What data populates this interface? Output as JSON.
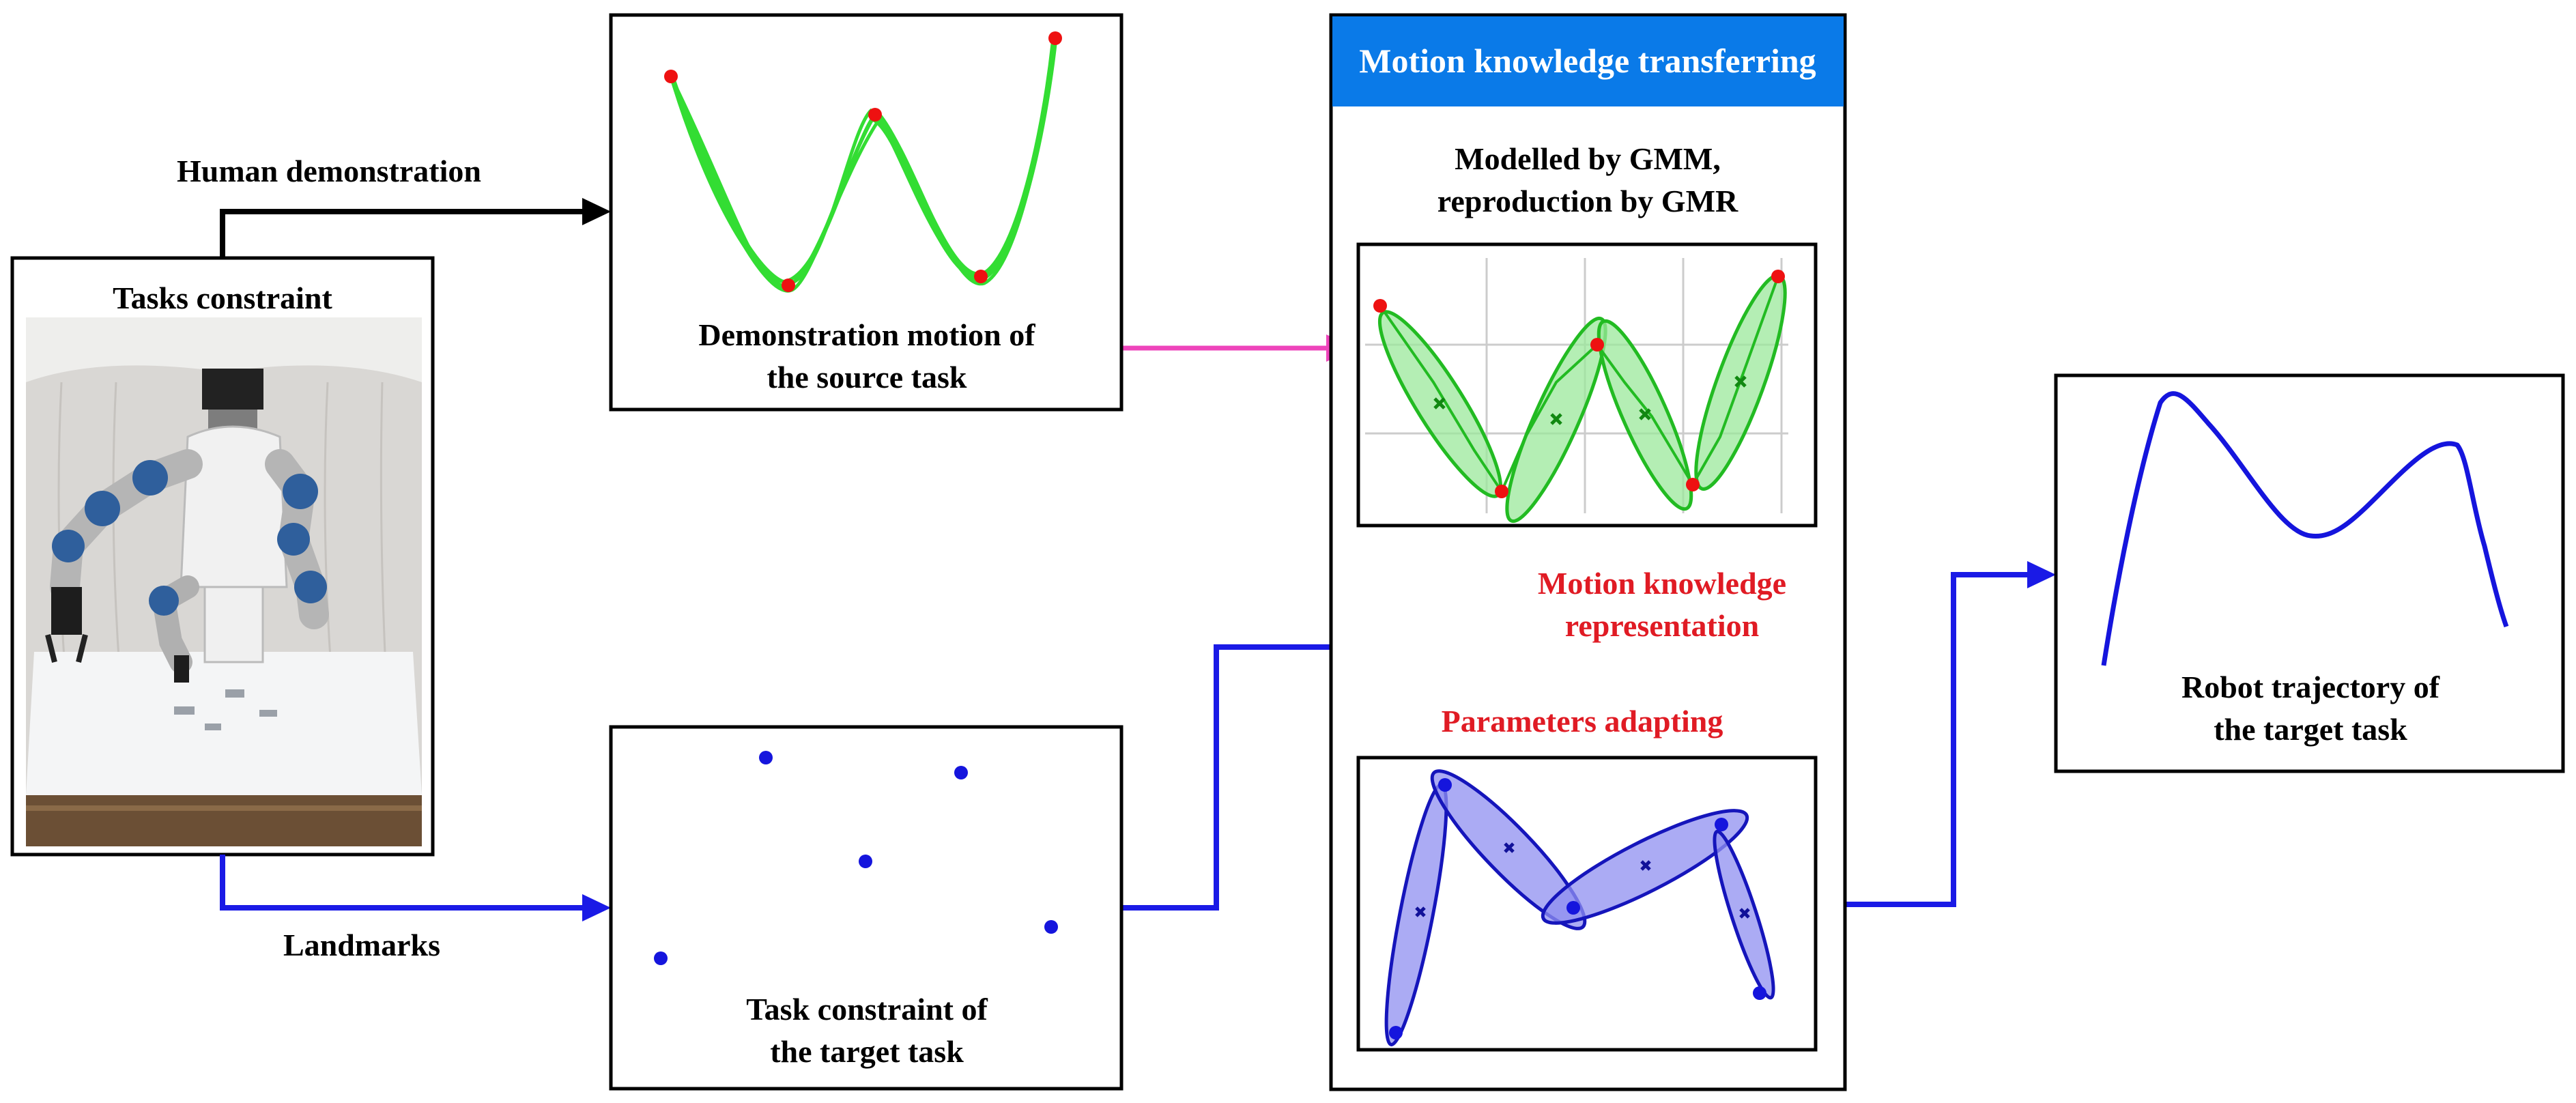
{
  "labels": {
    "human_demonstration": "Human demonstration",
    "tasks_constraint": "Tasks constraint",
    "landmarks": "Landmarks",
    "demo_motion_line1": "Demonstration motion of",
    "demo_motion_line2": "the source task",
    "task_constraint_line1": "Task constraint of",
    "task_constraint_line2": "the target task",
    "panel_title": "Motion knowledge transferring",
    "gmm_line1": "Modelled by GMM,",
    "gmm_line2": "reproduction by GMR",
    "representation_line1": "Motion knowledge",
    "representation_line2": "representation",
    "parameters_adapting": "Parameters adapting",
    "robot_line1": "Robot trajectory of",
    "robot_line2": "the target task"
  },
  "colors": {
    "black": "#000000",
    "blue_arrow": "#1a1ae6",
    "pink_arrow": "#ee44bb",
    "red_arrow": "#dd1133",
    "red_text": "#e01b24",
    "title_bar": "#0a7ae8",
    "green_line": "#33dd33",
    "green_fill": "#9be89b",
    "red_point": "#ee1111",
    "blue_point": "#1515dd",
    "blue_fill": "#8f8ff0",
    "grid": "#cccccc"
  }
}
